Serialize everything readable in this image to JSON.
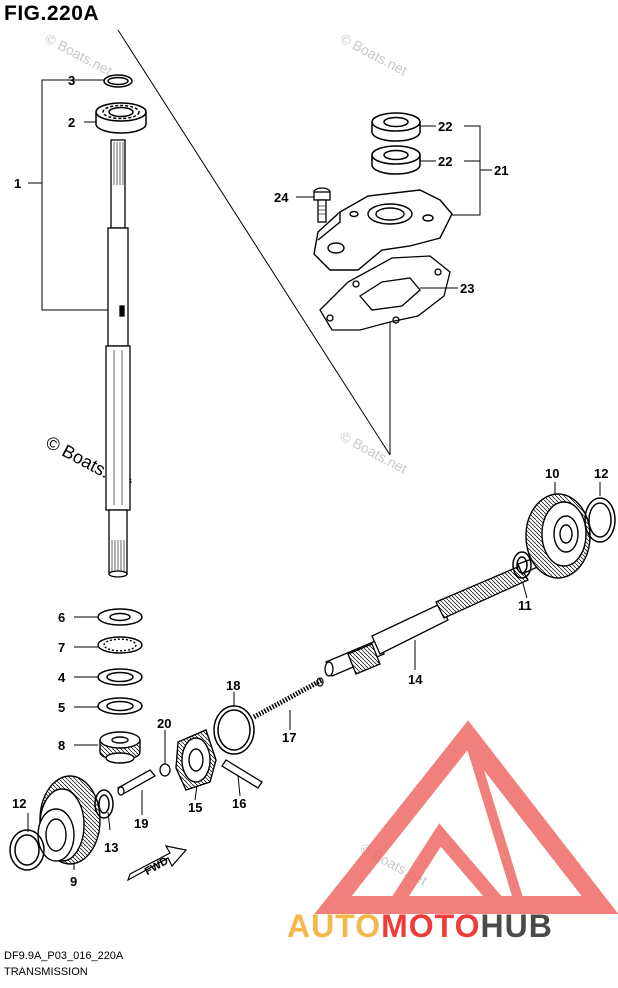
{
  "figure": {
    "title": "FIG.220A",
    "code": "DF9.9A_P03_016_220A",
    "caption": "TRANSMISSION"
  },
  "watermarks": {
    "small": "© Boats.net",
    "large": "© Boats.net"
  },
  "brand": {
    "part1": "AUTO",
    "part2": "MOTO",
    "part3": "HUB",
    "colors": {
      "auto": "#f4b84a",
      "moto": "#ef3b39",
      "hub": "#4a4a4a"
    }
  },
  "fwd_label": "FWD",
  "callouts": [
    {
      "id": "c1",
      "label": "1"
    },
    {
      "id": "c2",
      "label": "2"
    },
    {
      "id": "c3",
      "label": "3"
    },
    {
      "id": "c4",
      "label": "4"
    },
    {
      "id": "c5",
      "label": "5"
    },
    {
      "id": "c6",
      "label": "6"
    },
    {
      "id": "c7",
      "label": "7"
    },
    {
      "id": "c8",
      "label": "8"
    },
    {
      "id": "c9",
      "label": "9"
    },
    {
      "id": "c10",
      "label": "10"
    },
    {
      "id": "c11",
      "label": "11"
    },
    {
      "id": "c12a",
      "label": "12"
    },
    {
      "id": "c12b",
      "label": "12"
    },
    {
      "id": "c13",
      "label": "13"
    },
    {
      "id": "c14",
      "label": "14"
    },
    {
      "id": "c15",
      "label": "15"
    },
    {
      "id": "c16",
      "label": "16"
    },
    {
      "id": "c17",
      "label": "17"
    },
    {
      "id": "c18",
      "label": "18"
    },
    {
      "id": "c19",
      "label": "19"
    },
    {
      "id": "c20",
      "label": "20"
    },
    {
      "id": "c21",
      "label": "21"
    },
    {
      "id": "c22a",
      "label": "22"
    },
    {
      "id": "c22b",
      "label": "22"
    },
    {
      "id": "c23",
      "label": "23"
    },
    {
      "id": "c24",
      "label": "24"
    }
  ]
}
